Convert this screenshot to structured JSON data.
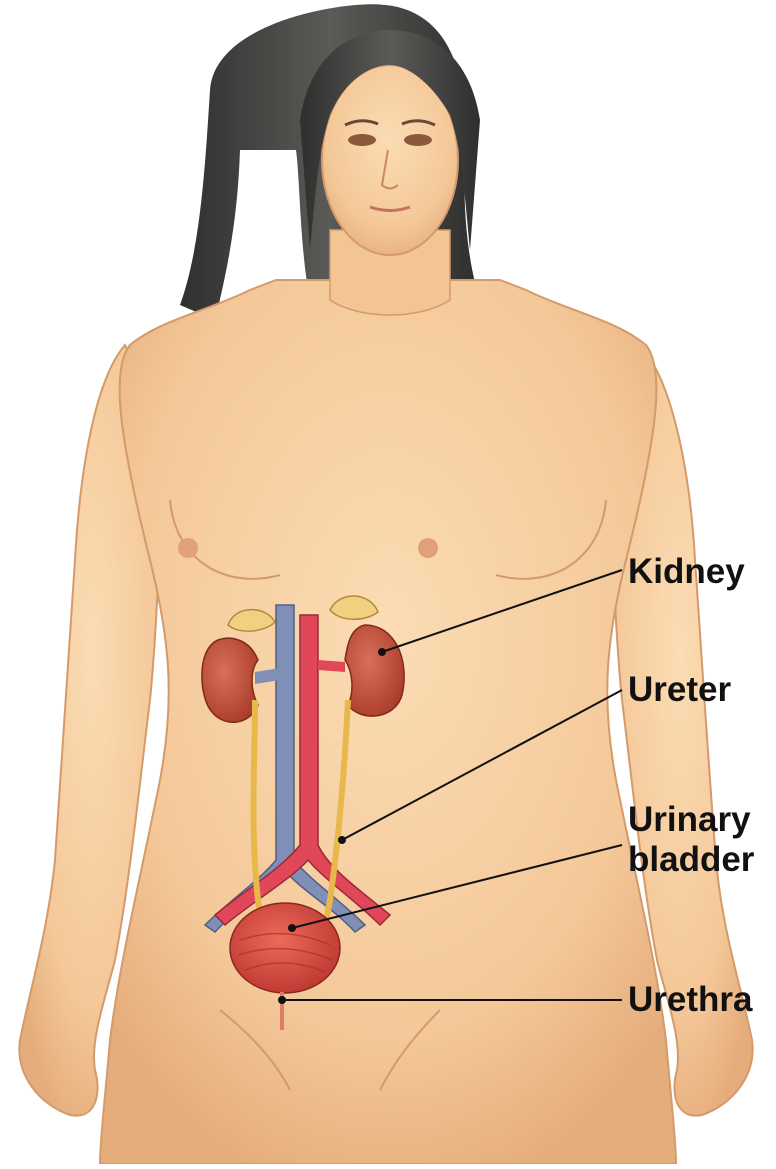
{
  "figure": {
    "subject": "female figure, anterior view, urinary system",
    "colors": {
      "skin": "#f6cfa2",
      "skin_shadow": "#e2a977",
      "hair": "#3d3d3b",
      "kidney": "#c9523c",
      "adrenal": "#f1d180",
      "ureter": "#e9b84b",
      "vein": "#7f8fb8",
      "artery": "#e0485a",
      "bladder": "#d9463d",
      "leader_line": "#111111"
    }
  },
  "labels": {
    "kidney": "Kidney",
    "ureter": "Ureter",
    "urinary_bladder_line1": "Urinary",
    "urinary_bladder_line2": "bladder",
    "urethra": "Urethra"
  }
}
